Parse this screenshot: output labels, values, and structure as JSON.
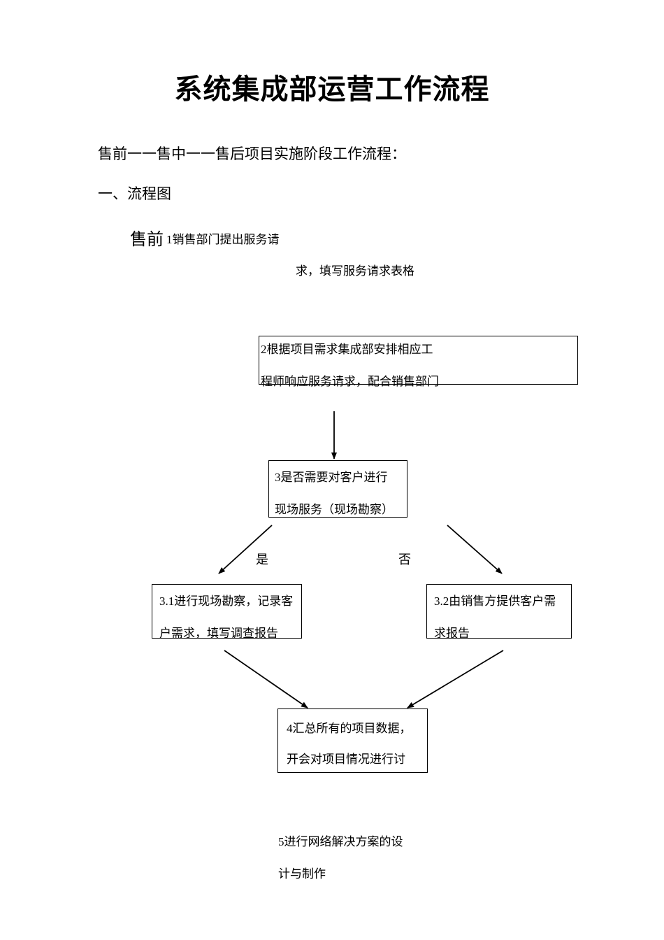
{
  "document": {
    "title": "系统集成部运营工作流程",
    "subtitle": "售前一一售中一一售后项目实施阶段工作流程：",
    "section_heading": "一、流程图",
    "background_color": "#ffffff",
    "ink_color": "#000000"
  },
  "flow": {
    "stage_label": "售前",
    "node1": {
      "line1": "1销售部门提出服务请",
      "line2": "求，填写服务请求表格"
    },
    "node2": {
      "line1": "2根据项目需求集成部安排相应工",
      "line2": "程师响应服务请求，配合销售部门"
    },
    "node3": {
      "line1": "3是否需要对客户进行",
      "line2": "现场服务（现场勘察）"
    },
    "node31": {
      "line1": "3.1进行现场勘察，记录客",
      "line2": "户需求，填写调查报告"
    },
    "node32": {
      "line1": "3.2由销售方提供客户需",
      "line2": "求报告"
    },
    "node4": {
      "line1": "4汇总所有的项目数据，",
      "line2": "开会对项目情况进行讨"
    },
    "node5": {
      "line1": "5进行网络解决方案的设",
      "line2": "计与制作"
    },
    "branch_yes": "是",
    "branch_no": "否",
    "connectors": [
      {
        "name": "node2-to-node3",
        "type": "straight-down-arrow"
      },
      {
        "name": "node3-to-node31",
        "type": "diagonal-down-left-arrow"
      },
      {
        "name": "node3-to-node32",
        "type": "diagonal-down-right-arrow"
      },
      {
        "name": "node31-to-node4",
        "type": "diagonal-down-right-arrow"
      },
      {
        "name": "node32-to-node4",
        "type": "diagonal-down-left-arrow"
      }
    ]
  }
}
